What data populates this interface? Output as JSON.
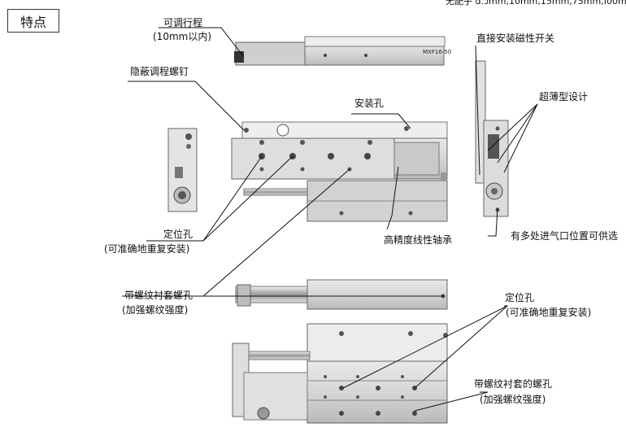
{
  "header": {
    "title": "特点",
    "top_cut_text": "无配子 ɑ.ɔmm,10mm,15mm,75mm,Ⅰ00mm"
  },
  "labels": {
    "adjustable_stroke": "可调行程",
    "adjustable_stroke_range": "(10mm以内)",
    "hidden_adjust_screw": "隐蔽调程螺钉",
    "mounting_hole": "安装孔",
    "direct_mount_switch": "直接安装磁性开关",
    "ultra_thin_design": "超薄型设计",
    "positioning_hole_1": "定位孔",
    "positioning_hole_1_note": "(可准确地重复安装)",
    "precision_linear_bearing": "高精度线性轴承",
    "multiple_air_ports": "有多处进气口位置可供选",
    "threaded_insert_hole_1": "带螺纹衬套螺孔",
    "threaded_insert_hole_1_note": "(加强螺纹强度)",
    "positioning_hole_2": "定位孔",
    "positioning_hole_2_note": "(可准确地重复安装)",
    "threaded_insert_hole_2": "带螺纹衬套的螺孔",
    "threaded_insert_hole_2_note": "(加强螺纹强度)"
  },
  "product": {
    "marking": "MXF16-50"
  }
}
